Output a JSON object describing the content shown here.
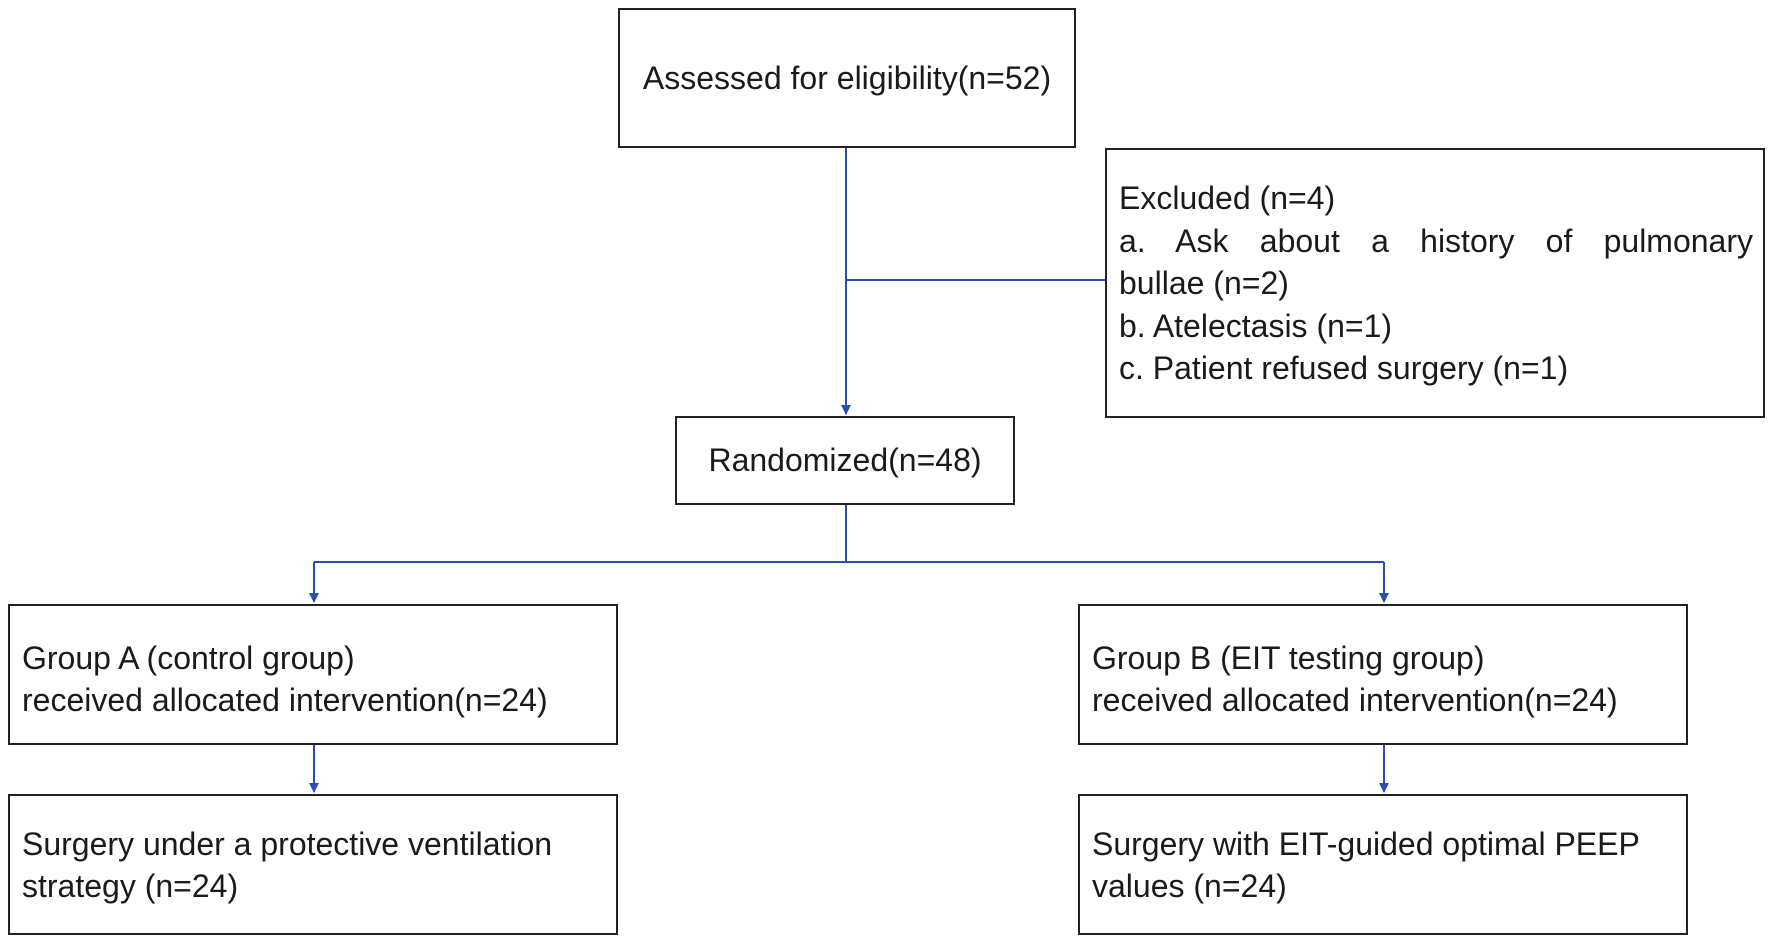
{
  "flowchart": {
    "assessed": "Assessed for eligibility(n=52)",
    "excluded": {
      "title": "Excluded (n=4)",
      "item_a_line1": "a. Ask about a history of pulmonary",
      "item_a_line2": "bullae (n=2)",
      "item_b": "b. Atelectasis (n=1)",
      "item_c": "c. Patient refused surgery (n=1)"
    },
    "randomized": "Randomized(n=48)",
    "group_a": {
      "line1": "Group A (control group)",
      "line2": "received allocated intervention(n=24)"
    },
    "group_b": {
      "line1": "Group B (EIT testing group)",
      "line2": "received allocated intervention(n=24)"
    },
    "surgery_a": {
      "line1": "Surgery under a protective ventilation",
      "line2": "strategy (n=24)"
    },
    "surgery_b": {
      "line1": "Surgery with EIT-guided optimal PEEP",
      "line2": "values (n=24)"
    }
  },
  "colors": {
    "connector": "#2a4fb0",
    "box_border": "#222222"
  }
}
